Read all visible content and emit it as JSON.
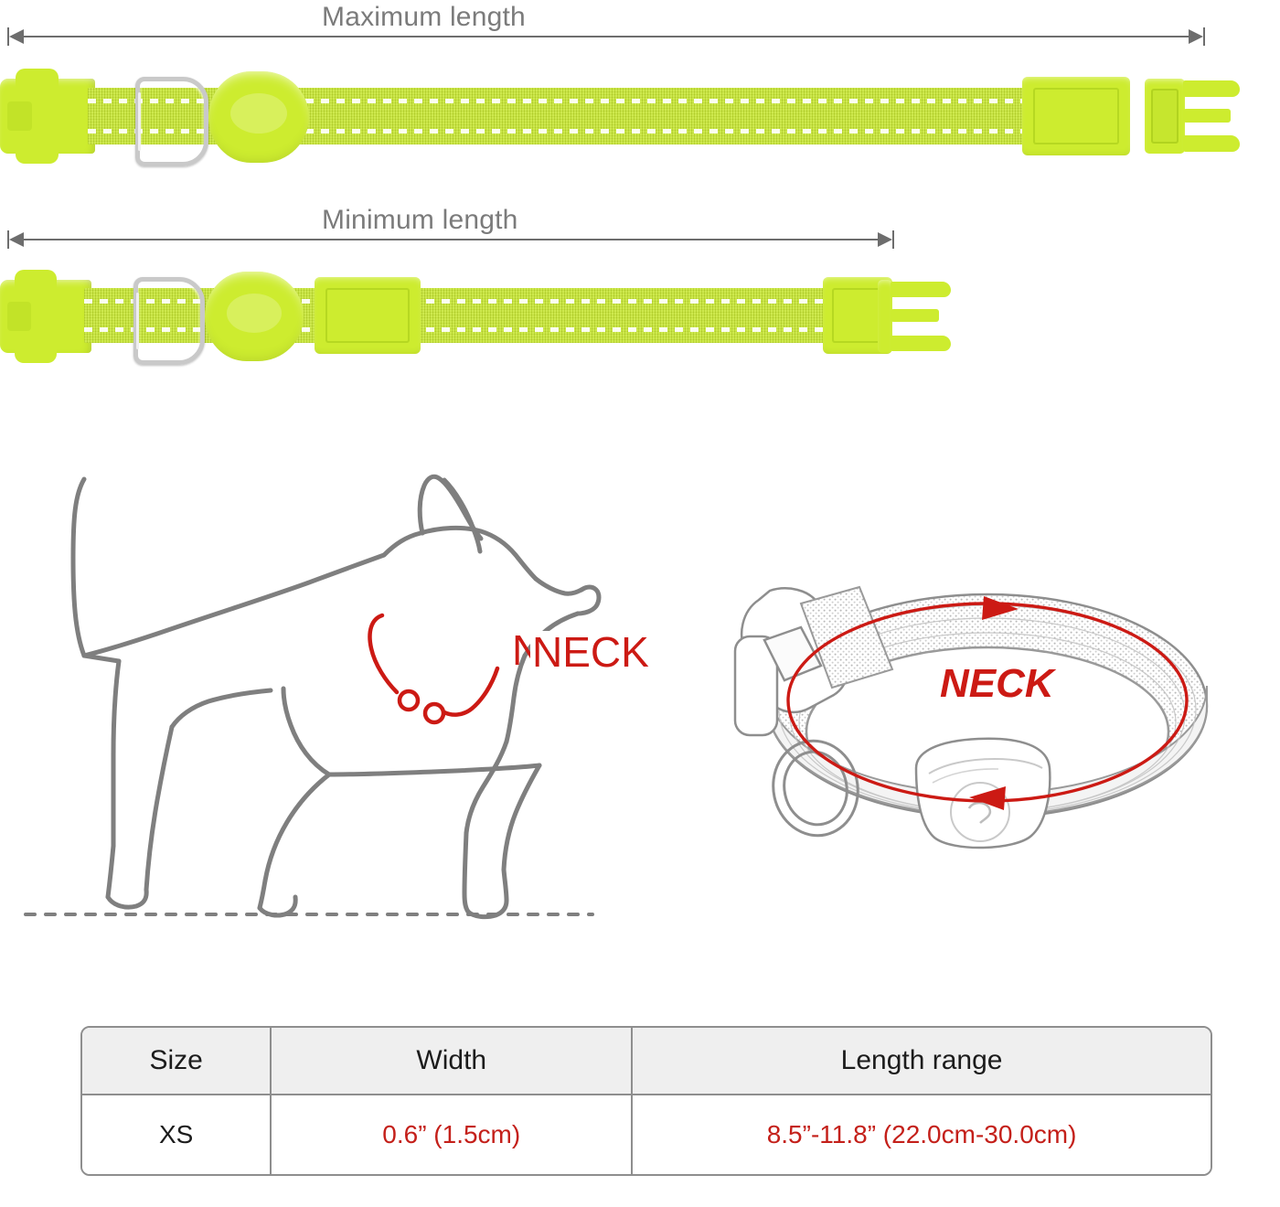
{
  "diagram": {
    "max_length_label": "Maximum length",
    "min_length_label": "Minimum length",
    "neck_label_dog": "NECK",
    "neck_label_collar": "NECK"
  },
  "colors": {
    "strap_green": "#c6e62e",
    "hardware_green": "#cdec2f",
    "dimension_gray": "#6d6d6d",
    "title_gray": "#7b7b7b",
    "outline_gray": "#7f7f7f",
    "accent_red": "#c4201a",
    "table_border": "#8e8e8e",
    "table_header_bg": "#efefef"
  },
  "size_table": {
    "headers": [
      "Size",
      "Width",
      "Length range"
    ],
    "rows": [
      {
        "size": "XS",
        "width": "0.6” (1.5cm)",
        "length_range": "8.5”-11.8” (22.0cm-30.0cm)"
      }
    ]
  }
}
